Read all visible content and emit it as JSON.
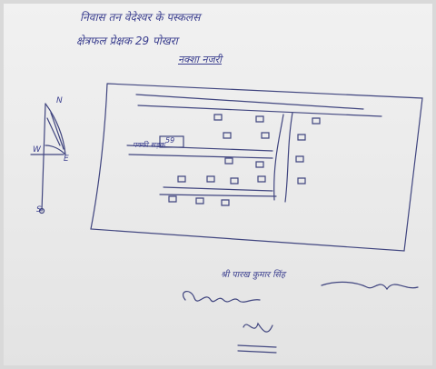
{
  "document": {
    "heading_line_1": "निवास तन वेदेश्वर के पस्कलस",
    "heading_line_2": "क्षेत्रफल प्रेक्षक 29 पोखरा",
    "heading_line_3": "नक्शा नजरी",
    "compass": {
      "north": "N",
      "south": "S",
      "east": "E",
      "west": "W"
    },
    "map_labels": {
      "road_label": "पक्की सड़क",
      "box_label": "59"
    },
    "signature_caption": "श्री पारख कुमार सिंह",
    "ink_color": "#3b3f8f"
  }
}
